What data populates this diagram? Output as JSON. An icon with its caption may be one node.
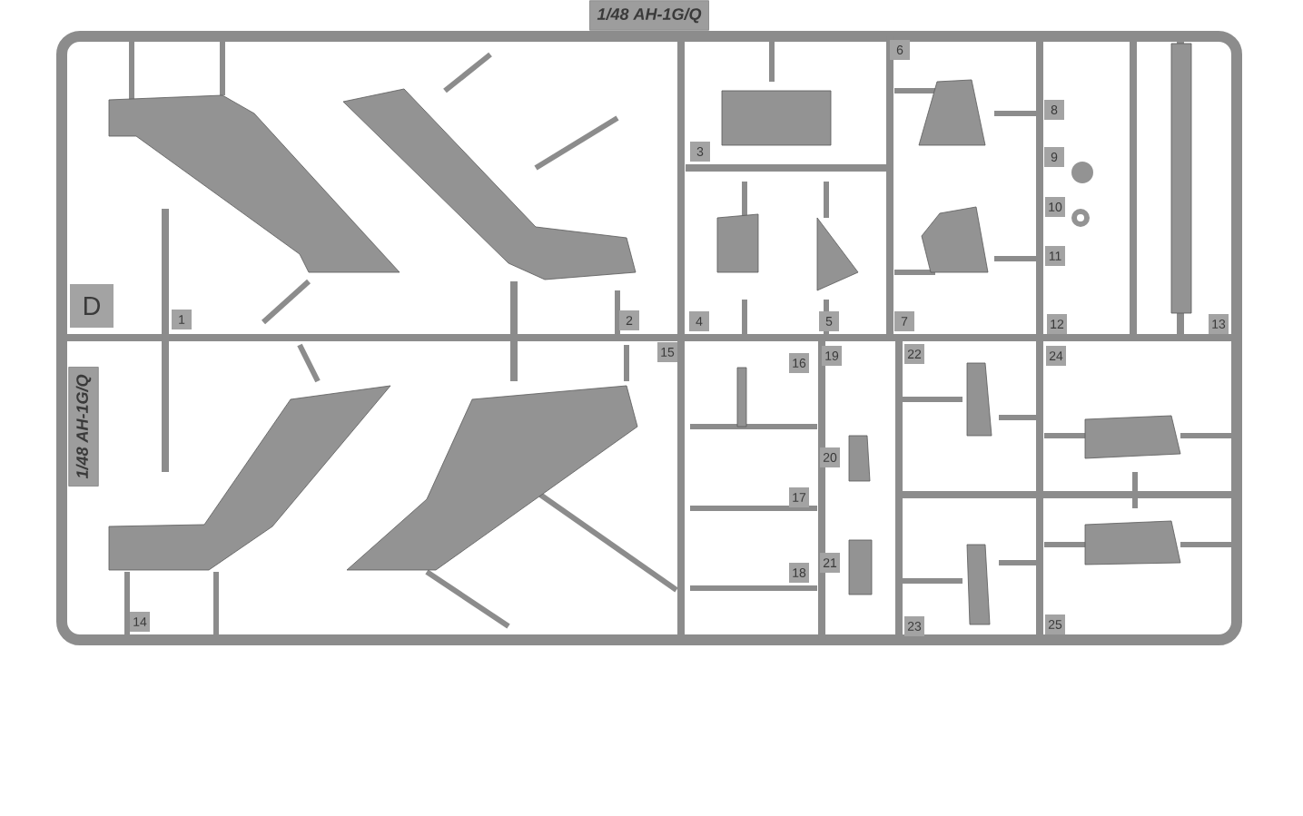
{
  "diagram": {
    "labels": [
      "1/48 AH-1G/Q",
      "6",
      "8",
      "9",
      "10",
      "11",
      "3",
      "D",
      "1",
      "2",
      "4",
      "5",
      "7",
      "12",
      "13",
      "15",
      "16",
      "19",
      "22",
      "24",
      "20",
      "17",
      "21",
      "18",
      "23",
      "14",
      "25",
      "1/48 AH-1G/Q"
    ]
  }
}
